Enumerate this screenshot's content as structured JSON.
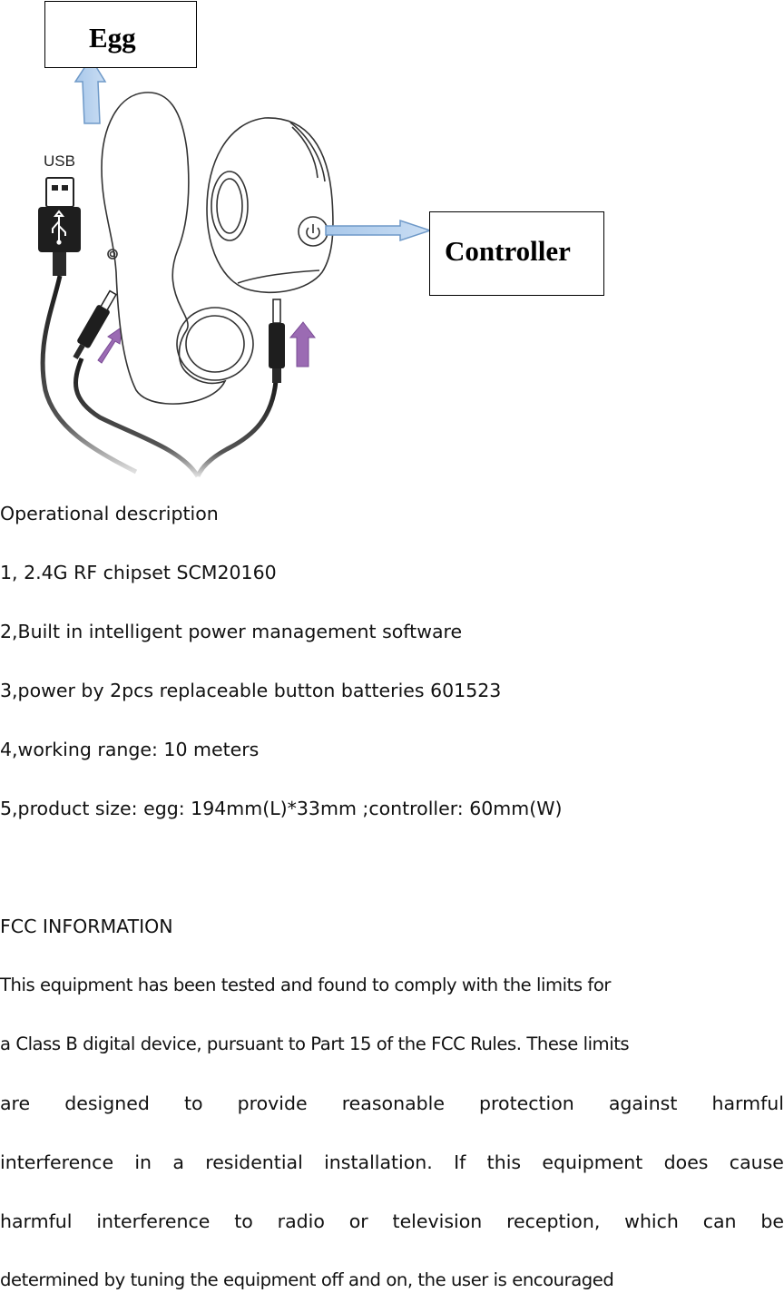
{
  "figure": {
    "callout_egg": "Egg",
    "callout_controller": "Controller",
    "usb_label": "USB"
  },
  "description": {
    "heading": "Operational description",
    "items": [
      "1, 2.4G RF chipset SCM20160",
      "2,Built in intelligent power management software",
      "3,power by 2pcs replaceable button batteries 601523",
      "4,working range: 10 meters",
      "5,product size: egg: 194mm(L)*33mm ;controller: 60mm(W)"
    ]
  },
  "fcc": {
    "heading": "FCC INFORMATION",
    "lines": [
      "This equipment has been tested and found to comply with the limits for",
      "a Class B digital device, pursuant to Part 15 of the FCC Rules. These limits",
      "are designed to provide reasonable protection against harmful",
      "interference in a residential installation. If this equipment does cause",
      "harmful interference to radio or television reception, which can be",
      "determined by tuning the equipment off and on, the user is encouraged"
    ]
  }
}
